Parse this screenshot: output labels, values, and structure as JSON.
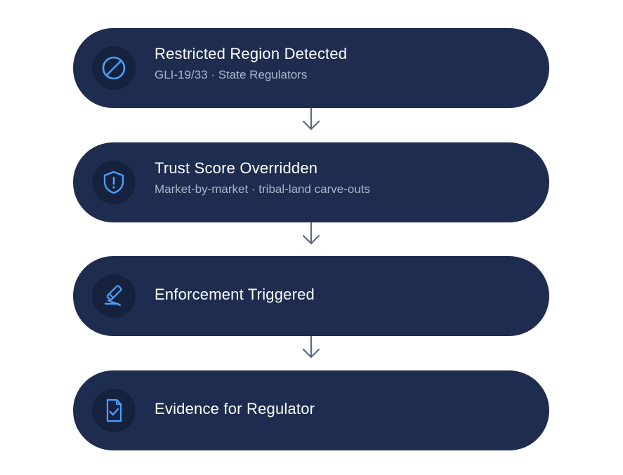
{
  "flow": {
    "steps": [
      {
        "title": "Restricted Region Detected",
        "subtitle": "GLI-19/33 · State Regulators",
        "icon": "prohibited-icon"
      },
      {
        "title": "Trust Score Overridden",
        "subtitle": "Market-by-market · tribal-land carve-outs",
        "icon": "shield-alert-icon"
      },
      {
        "title": "Enforcement Triggered",
        "subtitle": "",
        "icon": "gavel-icon"
      },
      {
        "title": "Evidence for Regulator",
        "subtitle": "",
        "icon": "document-check-icon"
      }
    ],
    "connector_icon": "arrow-down-icon"
  },
  "colors": {
    "card_bg": "#1e2d4f",
    "icon_circle_bg": "#16223d",
    "icon_accent": "#4a9eff",
    "title_text": "#ffffff",
    "subtitle_text": "#aab6cc",
    "arrow": "#5a6b80",
    "page_bg": "#ffffff"
  }
}
